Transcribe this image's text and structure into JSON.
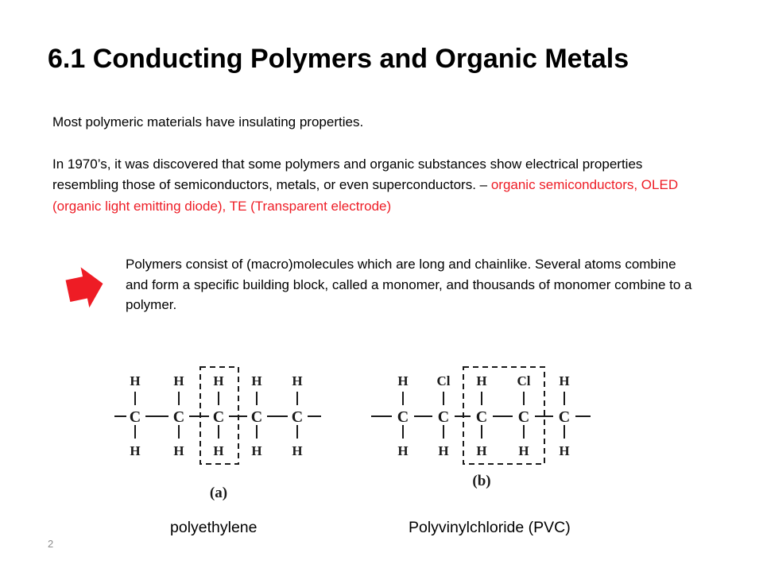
{
  "slide": {
    "title": "6.1 Conducting Polymers and Organic Metals",
    "paragraph_1": "Most polymeric materials have insulating properties.",
    "paragraph_2_black": "In 1970’s, it was discovered that some polymers and organic substances show electrical properties resembling those of semiconductors, metals, or even superconductors. – ",
    "paragraph_2_red": "organic semiconductors, OLED (organic light emitting diode), TE (Transparent electrode)",
    "arrow_icon": "red-right-arrow-icon",
    "monomer_text": "Polymers consist of (macro)molecules which are long and chainlike. Several atoms combine and form a specific building block, called a monomer, and thousands of monomer combine to a polymer.",
    "page_number": "2",
    "colors": {
      "text": "#000000",
      "highlight": "#ee1c25",
      "arrow": "#ee1c25",
      "page_number": "#8c8c8c"
    }
  },
  "figures": {
    "polyethylene": {
      "top_atoms": [
        "H",
        "H",
        "H",
        "H",
        "H"
      ],
      "chain_atoms": [
        "C",
        "C",
        "C",
        "C",
        "C"
      ],
      "bottom_atoms": [
        "H",
        "H",
        "H",
        "H",
        "H"
      ],
      "label": "(a)",
      "caption": "polyethylene"
    },
    "pvc": {
      "top_atoms": [
        "H",
        "Cl",
        "H",
        "Cl",
        "H"
      ],
      "chain_atoms": [
        "C",
        "C",
        "C",
        "C",
        "C"
      ],
      "bottom_atoms": [
        "H",
        "H",
        "H",
        "H",
        "H"
      ],
      "label": "(b)",
      "caption": "Polyvinylchloride (PVC)"
    }
  }
}
